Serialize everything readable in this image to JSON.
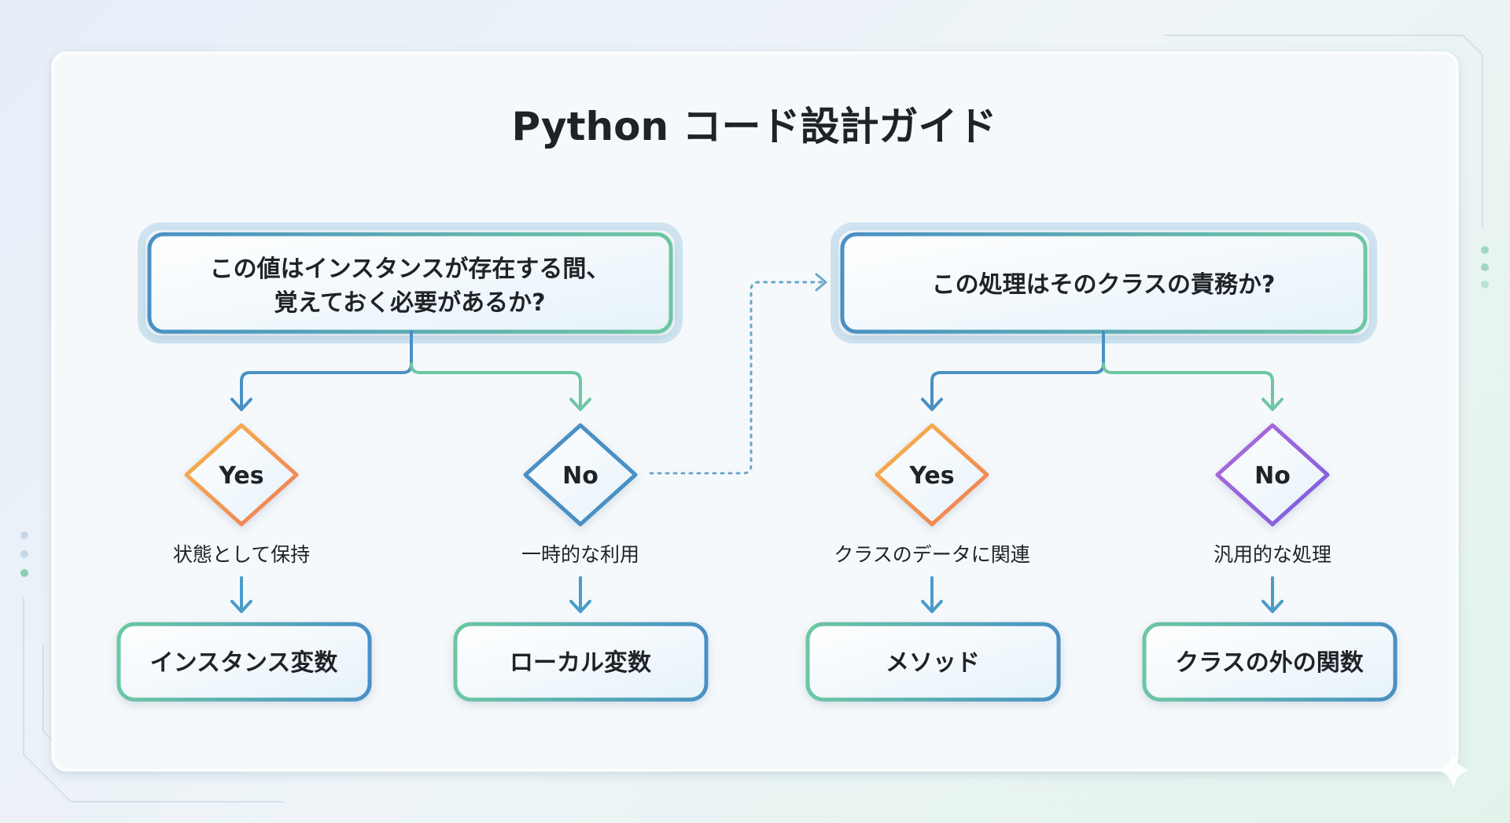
{
  "title": "Python コード設計ガイド",
  "colors": {
    "blue": "#4a90c4",
    "green": "#6cc7a2",
    "orange": "#f3a14b",
    "purple": "#9a63d6",
    "text": "#1f2328"
  },
  "left": {
    "question_line1": "この値はインスタンスが存在する間、",
    "question_line2": "覚えておく必要があるか?",
    "yes": {
      "label": "Yes",
      "description": "状態として保持",
      "result": "インスタンス変数"
    },
    "no": {
      "label": "No",
      "description": "一時的な利用",
      "result": "ローカル変数"
    }
  },
  "right": {
    "question": "この処理はそのクラスの責務か?",
    "yes": {
      "label": "Yes",
      "description": "クラスのデータに関連",
      "result": "メソッド"
    },
    "no": {
      "label": "No",
      "description": "汎用的な処理",
      "result": "クラスの外の関数"
    }
  }
}
